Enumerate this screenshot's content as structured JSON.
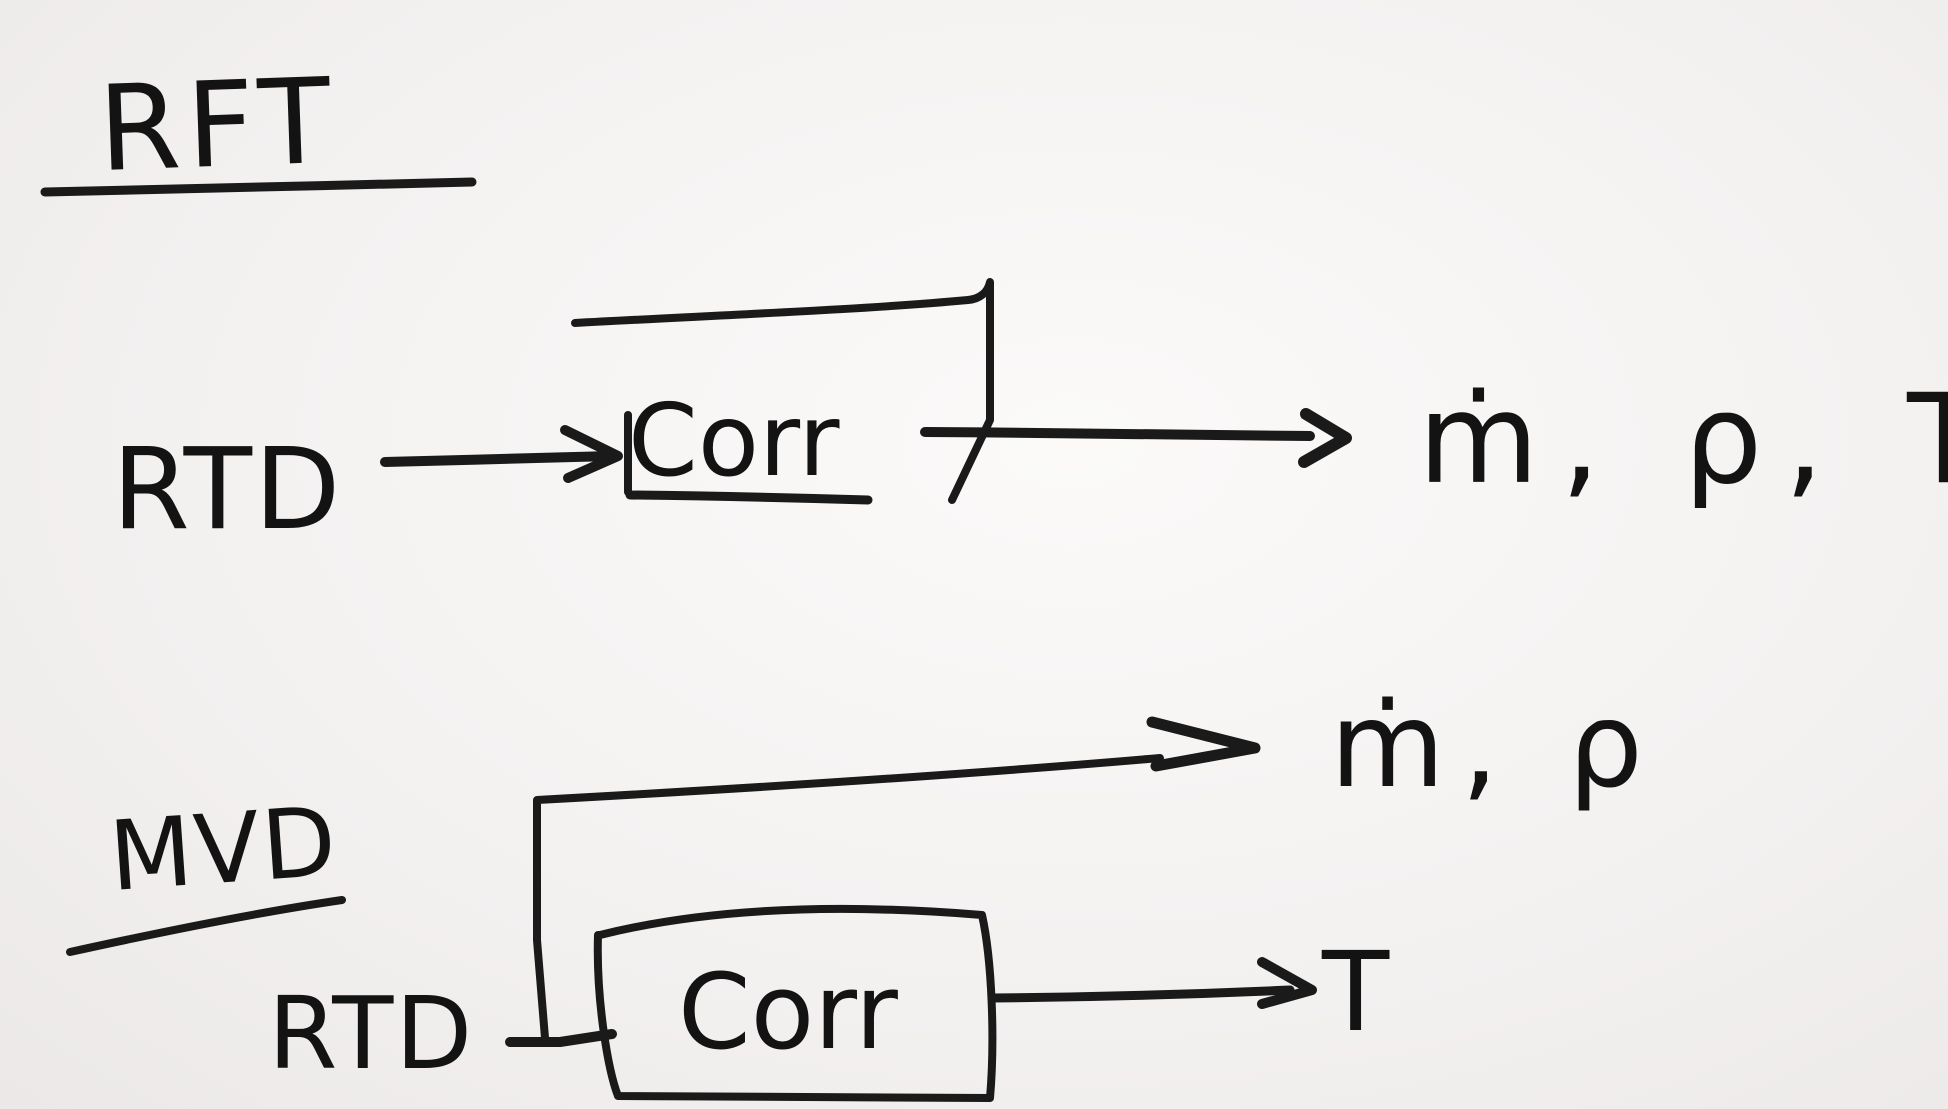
{
  "colors": {
    "board": "#f6f4f3",
    "ink": "#1b1a1a"
  },
  "rft": {
    "heading": "RFT",
    "source": "RTD",
    "block": "Corr",
    "outputs": "ṁ, ρ, T"
  },
  "mvd": {
    "heading": "MVD",
    "source": "RTD",
    "block": "Corr",
    "bypass_outputs": "ṁ, ρ",
    "block_output": "T"
  }
}
